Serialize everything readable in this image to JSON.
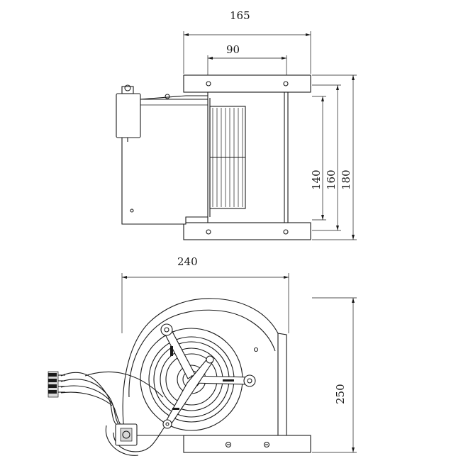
{
  "dimensions": {
    "top_width": "165",
    "top_inner_width": "90",
    "height_inner": "140",
    "height_mid": "160",
    "height_outer": "180",
    "bottom_width": "240",
    "bottom_height": "250"
  }
}
